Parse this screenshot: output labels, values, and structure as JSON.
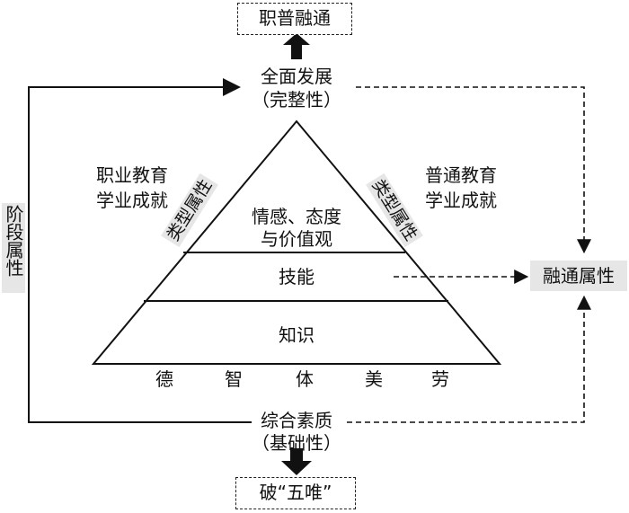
{
  "top_box": "职普融通",
  "top_node": {
    "line1": "全面发展",
    "line2": "（完整性）"
  },
  "bottom_node": {
    "line1": "综合素质",
    "line2": "（基础性）"
  },
  "bottom_box": "破“五唯”",
  "left_side": {
    "line1": "职业教育",
    "line2": "学业成就"
  },
  "right_side": {
    "line1": "普通教育",
    "line2": "学业成就"
  },
  "type_attribute": "类型属性",
  "stage_attribute": "阶段属性",
  "integration_attribute": "融通属性",
  "pyramid_levels": {
    "top": {
      "line1": "情感、态度",
      "line2": "与价值观"
    },
    "middle": "技能",
    "bottom": "知识"
  },
  "five_virtues": [
    "德",
    "智",
    "体",
    "美",
    "劳"
  ],
  "colors": {
    "line": "#111111",
    "highlight": "#e6e6e6"
  }
}
